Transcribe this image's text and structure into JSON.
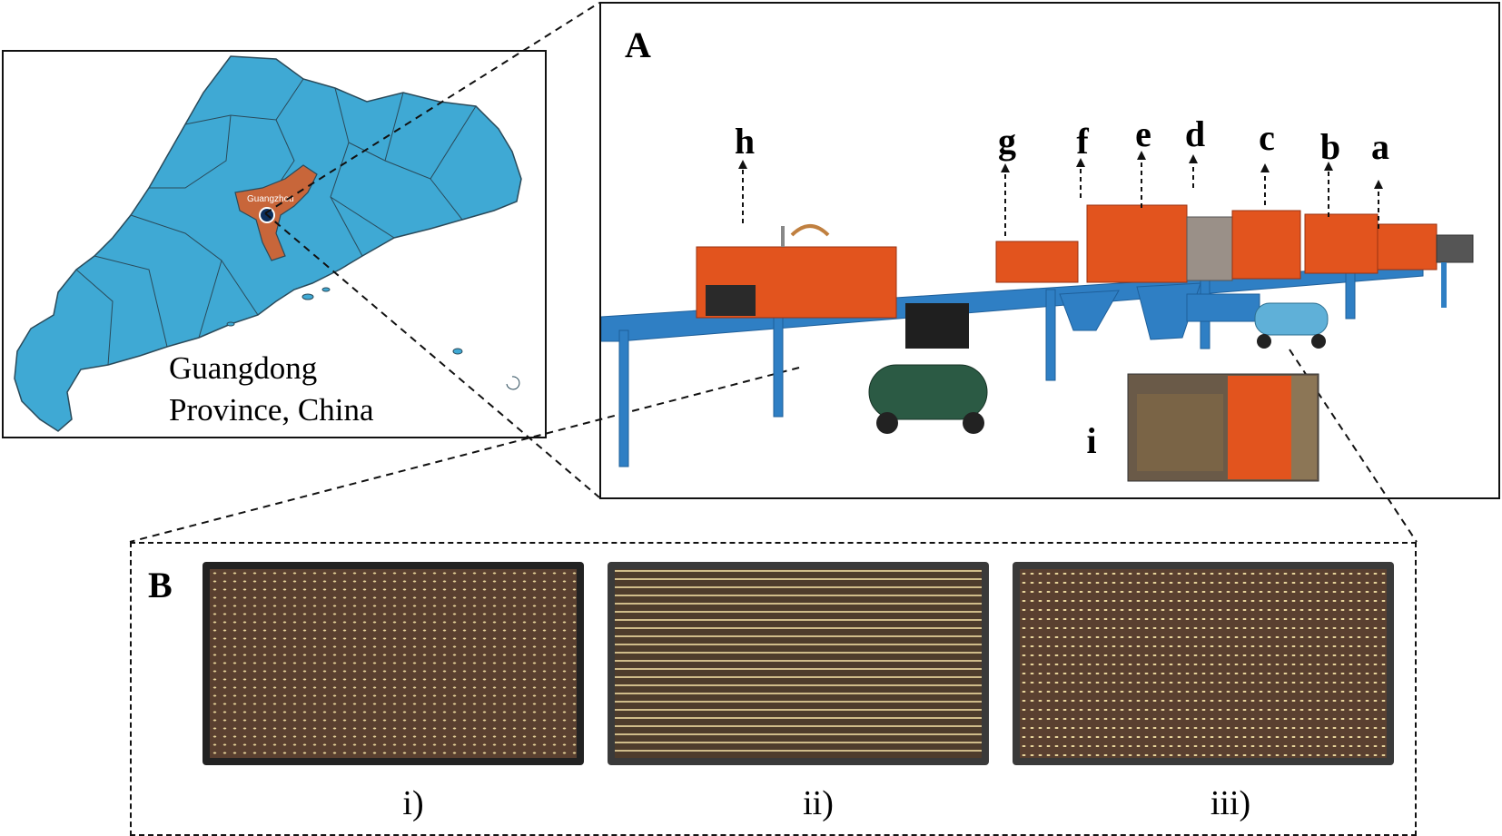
{
  "map": {
    "city_label": "Guangzhou",
    "caption_line1": "Guangdong",
    "caption_line2": "Province, China",
    "colors": {
      "province": "#3fa9d4",
      "city": "#c8663a",
      "border": "#2a4a5a"
    }
  },
  "panel_a": {
    "letter": "A",
    "machine_labels": [
      "h",
      "g",
      "f",
      "e",
      "d",
      "c",
      "b",
      "a"
    ],
    "inset_label": "i",
    "colors": {
      "machine": "#e2541e",
      "frame": "#2f7fc4",
      "compressor": "#2b5a44"
    }
  },
  "panel_b": {
    "letter": "B",
    "tray_captions": [
      "i)",
      "ii)",
      "iii)"
    ],
    "colors": {
      "soil": "#5a4030",
      "seed": "#e6d39a",
      "tray": "#222222"
    }
  }
}
